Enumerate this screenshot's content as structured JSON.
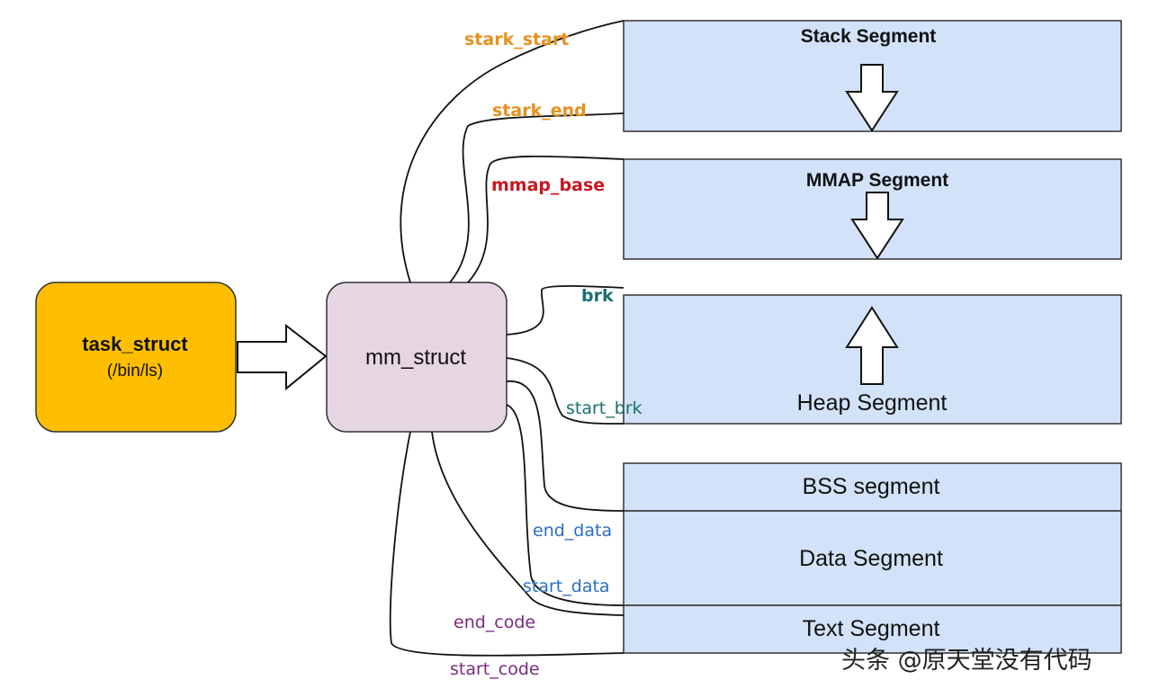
{
  "task_struct": {
    "title": "task_struct",
    "subtitle": "(/bin/ls)"
  },
  "mm_struct": {
    "label": "mm_struct"
  },
  "segments": {
    "stack": "Stack Segment",
    "mmap": "MMAP Segment",
    "heap": "Heap Segment",
    "bss": "BSS segment",
    "data": "Data Segment",
    "text": "Text Segment"
  },
  "pointers": {
    "stark_start": "stark_start",
    "stark_end": "stark_end",
    "mmap_base": "mmap_base",
    "brk": "brk",
    "start_brk": "start_brk",
    "end_data": "end_data",
    "start_data": "start_data",
    "end_code": "end_code",
    "start_code": "start_code"
  },
  "colors": {
    "stack_labels": "#E8901E",
    "mmap_label": "#C8161E",
    "heap_labels": "#1A6F6F",
    "data_labels": "#2A6EC4",
    "code_labels": "#7A2A7E",
    "task_fill": "#FFBF00",
    "mm_fill": "#E6D6E2",
    "segment_fill": "#D2E2F8"
  },
  "watermark": "头条 @原天堂没有代码"
}
